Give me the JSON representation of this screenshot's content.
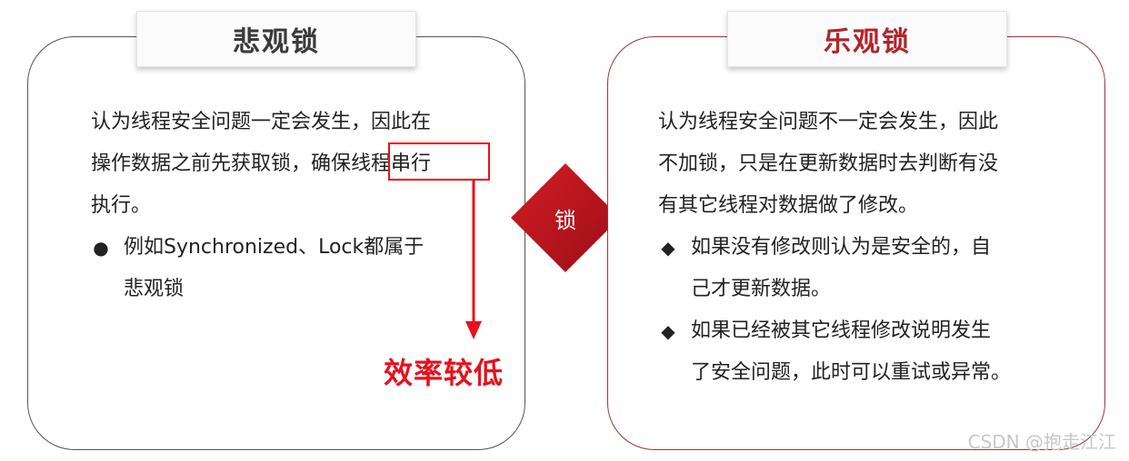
{
  "pessimistic": {
    "title": "悲观锁",
    "lines": [
      "认为线程安全问题一定会发生，因此在",
      "操作数据之前先获取锁，确保",
      "执行。"
    ],
    "highlight": "线程串行",
    "bullet_symbol": "●",
    "bullet_lines": [
      "例如Synchronized、Lock都属于",
      "悲观锁"
    ],
    "annotation": "效率较低"
  },
  "center": {
    "label": "锁"
  },
  "optimistic": {
    "title": "乐观锁",
    "lines": [
      "认为线程安全问题不一定会发生，因此",
      "不加锁，只是在更新数据时去判断有没",
      "有其它线程对数据做了修改。"
    ],
    "bullet_symbol": "◆",
    "bullets": [
      {
        "lines": [
          "如果没有修改则认为是安全的，自",
          "己才更新数据。"
        ]
      },
      {
        "lines": [
          "如果已经被其它线程修改说明发生",
          "了安全问题，此时可以重试或异常。"
        ]
      }
    ]
  },
  "watermark": "CSDN @抱走江江",
  "colors": {
    "accent_red": "#e8101c",
    "diamond": "#b0121b",
    "optimistic_title": "#b2242b",
    "optimistic_border": "#a0353c"
  }
}
